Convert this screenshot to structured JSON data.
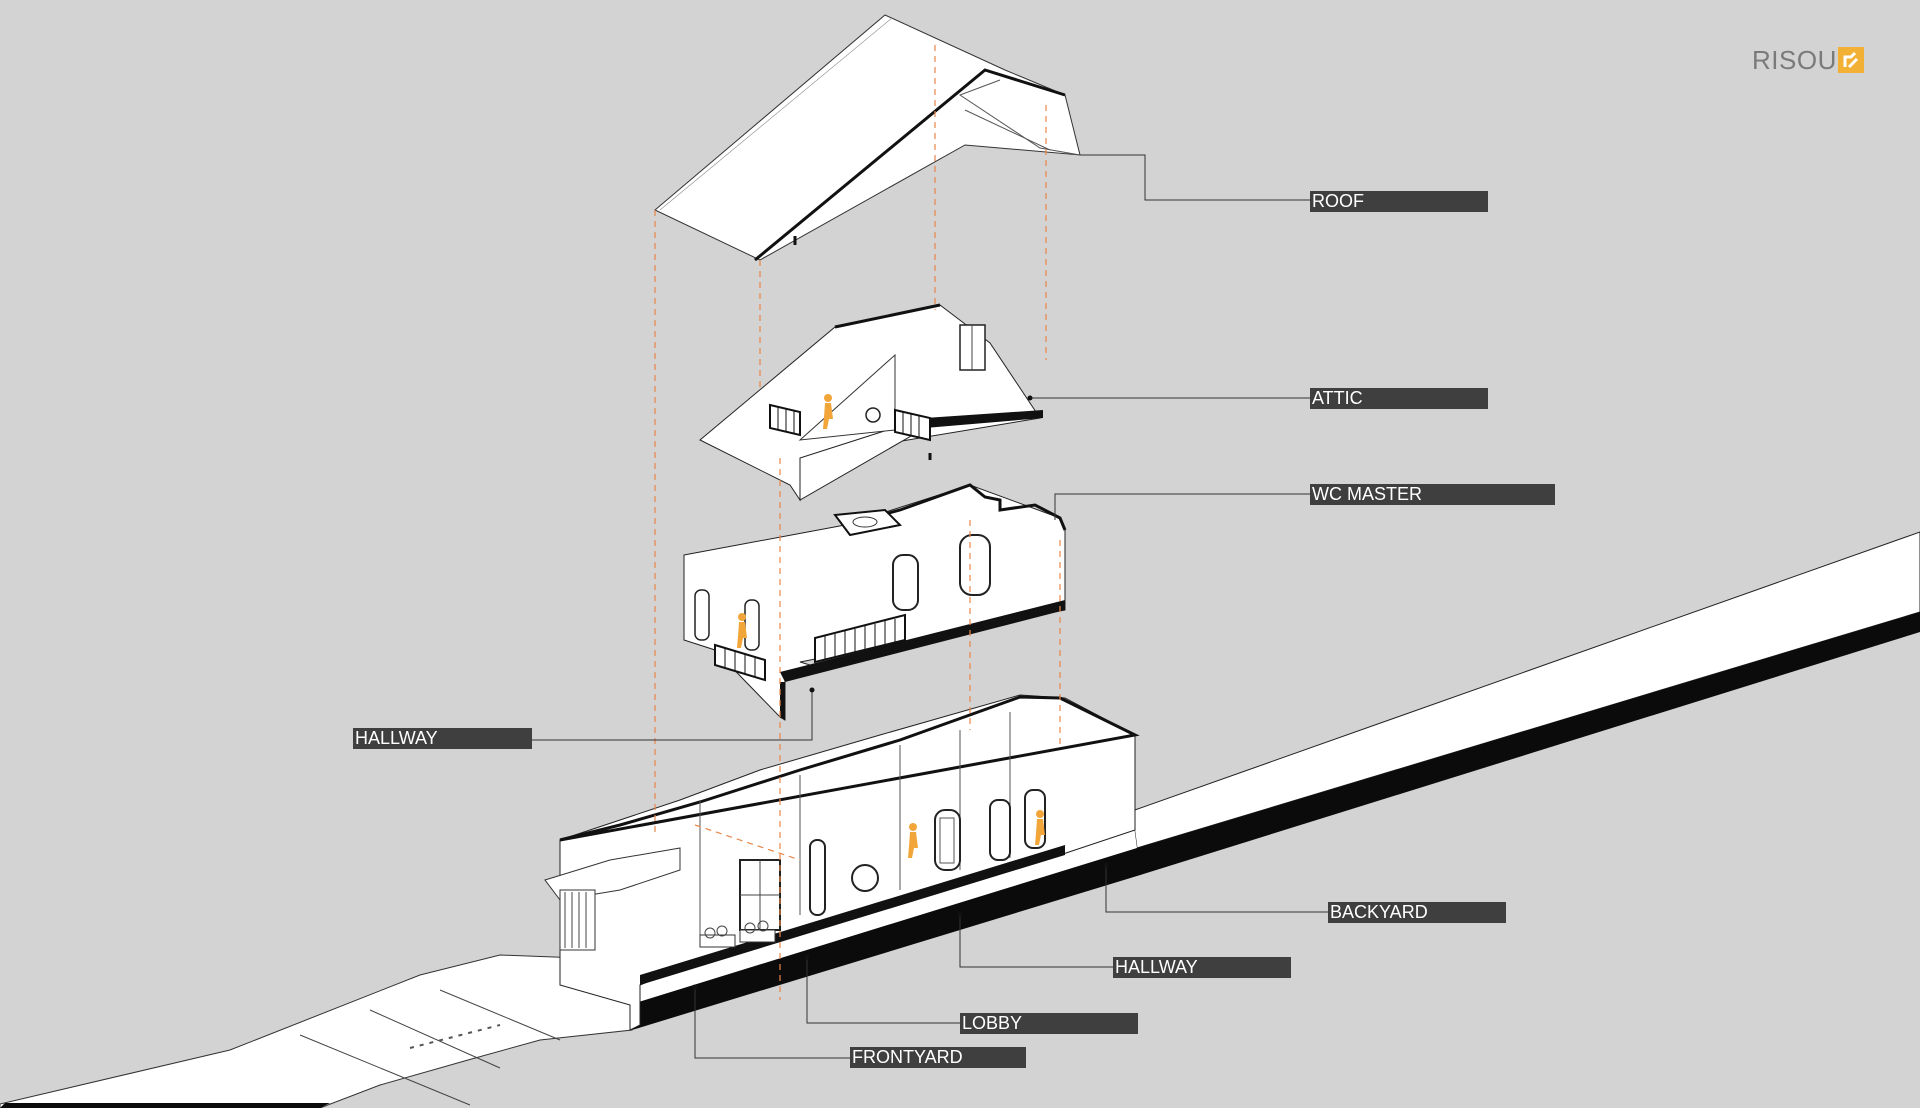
{
  "brand": {
    "name": "RISOU",
    "mark_icon": "risou-logo-mark",
    "accent": "#f2b134"
  },
  "colors": {
    "background": "#d3d3d3",
    "label_bar": "#3f3f3f",
    "guide_lines": "#e8874a",
    "figure": "#f2a63a"
  },
  "labels": {
    "roof": "ROOF",
    "attic": "ATTIC",
    "wc_master": "WC MASTER",
    "hallway_upper": "HALLWAY",
    "backyard": "BACKYARD",
    "hallway_lower": "HALLWAY",
    "lobby": "LOBBY",
    "frontyard": "FRONTYARD"
  }
}
